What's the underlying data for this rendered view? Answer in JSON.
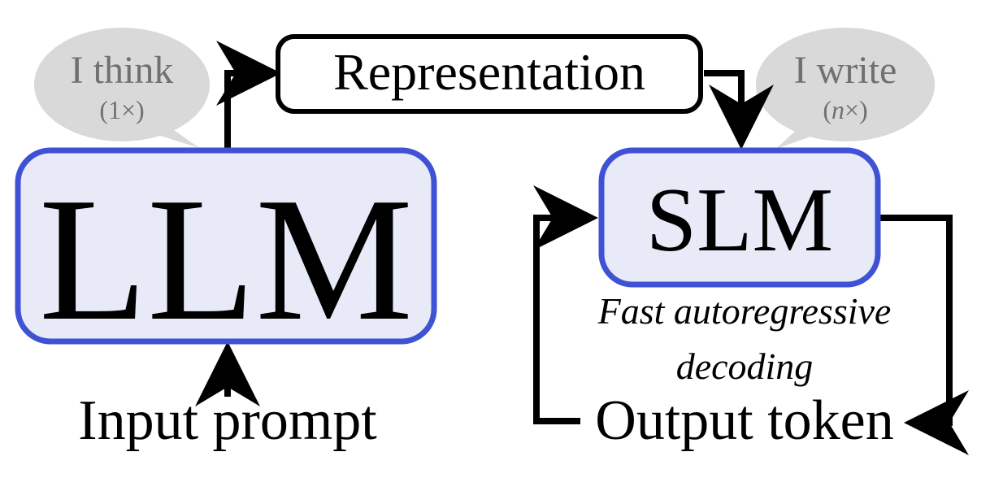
{
  "nodes": {
    "llm": "LLM",
    "slm": "SLM",
    "representation": "Representation",
    "input_prompt": "Input prompt",
    "output_token": "Output token"
  },
  "bubbles": {
    "think": {
      "label": "I think",
      "multiplier": "(1×)"
    },
    "write": {
      "label": "I write",
      "multiplier_n": "n",
      "multiplier_x": "×"
    }
  },
  "caption": {
    "line1": "Fast autoregressive",
    "line2": "decoding"
  },
  "colors": {
    "model_fill": "#e8eaf8",
    "model_border": "#3f51d4",
    "bubble_fill": "#d9d9d9",
    "bubble_text": "#707070",
    "line": "#000000"
  }
}
